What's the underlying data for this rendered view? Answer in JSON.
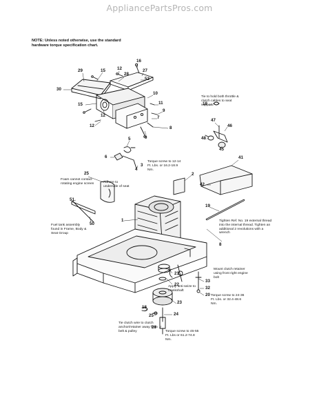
{
  "watermark": "AppliancePartsPros.com",
  "note": "NOTE: Unless noted otherwise, use the standard hardware torque specification chart.",
  "callouts": {
    "c29": "29",
    "c15a": "15",
    "c12a": "12",
    "c28": "28",
    "c16": "16",
    "c27": "27",
    "c52": "52",
    "c30": "30",
    "c15b": "15",
    "c12b": "12",
    "c10": "10",
    "c11": "11",
    "c9a": "9",
    "c7": "7",
    "c8a": "8",
    "c12c": "12",
    "c9b": "9",
    "c18a": "18",
    "c47": "47",
    "c46": "46",
    "c48": "48",
    "c45": "45",
    "c5": "5",
    "c6": "6",
    "c3": "3",
    "c4": "4",
    "c41": "41",
    "c25": "25",
    "c2": "2",
    "c42": "42",
    "c51": "51",
    "c50": "50",
    "c19": "19",
    "c1": "1",
    "c8b": "8",
    "c21": "21",
    "c22": "22",
    "c23": "23",
    "c33": "33",
    "c32": "32",
    "c20": "20",
    "c24": "24",
    "c18b": "18",
    "c25b": "25",
    "c26": "26"
  },
  "annotations": {
    "tie_cables": "Tie to hold both throttle & clutch cables to seat support",
    "torque_12": "Torque screw to 12-14 Ft. Lbs. or 16.2-18.9 Nm.",
    "foam": "Foam cannot contact rotating engine screen",
    "adhere": "Adhere to underside of seat",
    "fuel_tank": "Fuel tank assembly found in Frame, Body & Seat Group",
    "tighten": "Tighten Ref. No. 19 external thread into the internal thread. Tighten an additional 2 revolutions with a wrench",
    "anti_seize": "Apply anti-seize to crankshaft",
    "mount_clutch": "Mount clutch retainer using front right engine bolt",
    "torque_24": "Torque screw to 24-36 Ft. Lbs. or 32.4-48.6 Nm.",
    "tie_clutch": "Tie clutch wire to clutch anchor/retainer away from belt & pulley",
    "torque_45": "Torque screw to 45-55 Ft. Lbs or 61.2-74.8 Nm."
  }
}
